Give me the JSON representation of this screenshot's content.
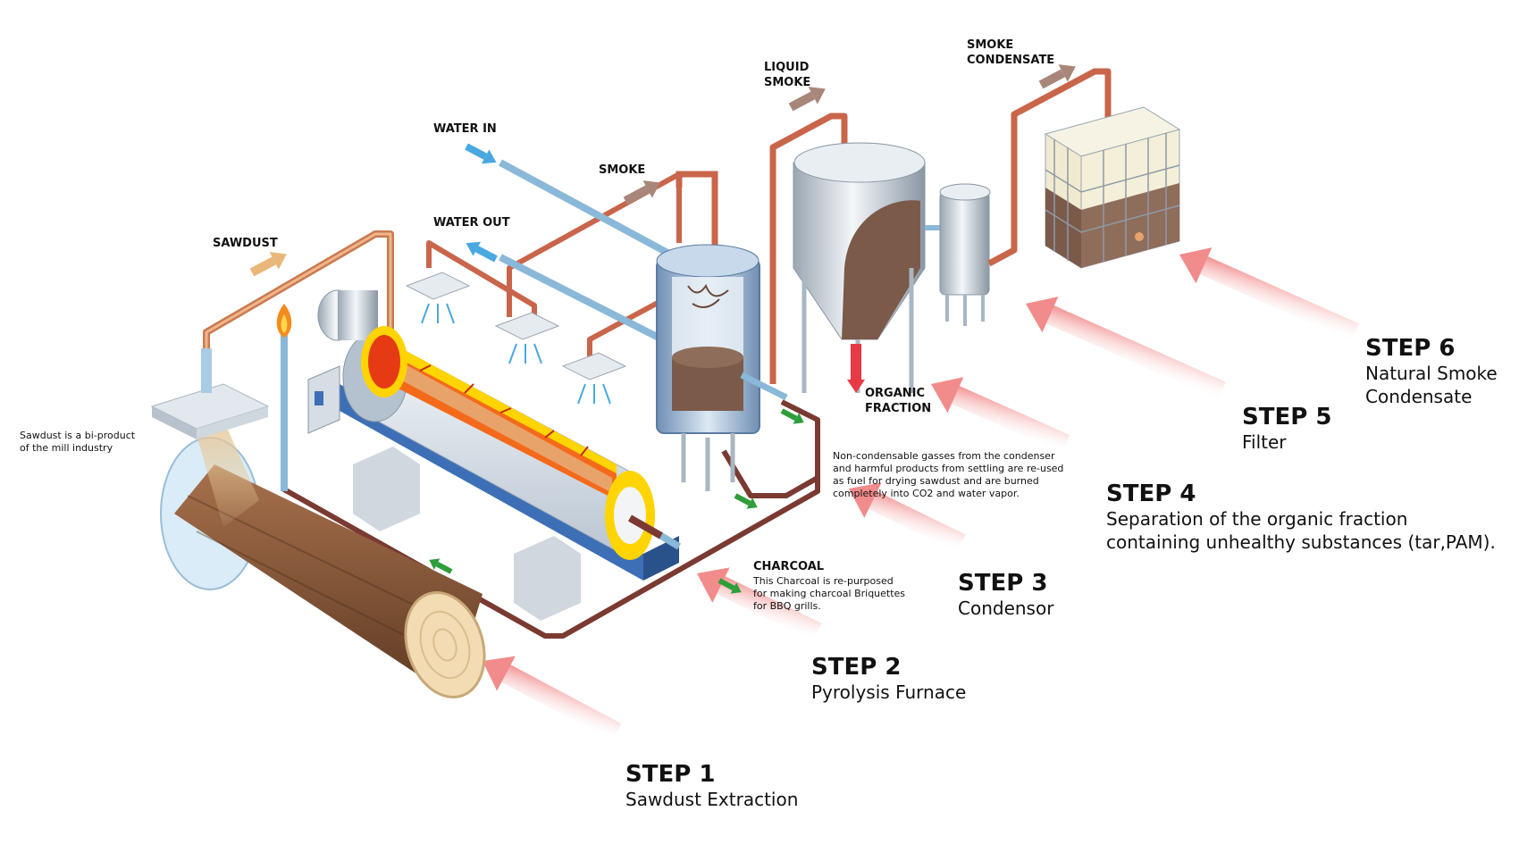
{
  "steps": [
    {
      "title": "STEP 1",
      "subtitle": "Sawdust Extraction"
    },
    {
      "title": "STEP 2",
      "subtitle": "Pyrolysis Furnace"
    },
    {
      "title": "STEP 3",
      "subtitle": "Condensor"
    },
    {
      "title": "STEP 4",
      "subtitle_line1": "Separation of the organic fraction",
      "subtitle_line2": "containing unhealthy substances (tar,PAM)."
    },
    {
      "title": "STEP 5",
      "subtitle": "Filter"
    },
    {
      "title": "STEP 6",
      "subtitle_line1": "Natural Smoke",
      "subtitle_line2": "Condensate"
    }
  ],
  "flows": {
    "sawdust": "SAWDUST",
    "water_in": "WATER IN",
    "water_out": "WATER OUT",
    "smoke": "SMOKE",
    "liquid_smoke_1": "LIQUID",
    "liquid_smoke_2": "SMOKE",
    "smoke_condensate_1": "SMOKE",
    "smoke_condensate_2": "CONDENSATE",
    "organic_fraction_1": "ORGANIC",
    "organic_fraction_2": "FRACTION",
    "charcoal": "CHARCOAL"
  },
  "notes": {
    "sawdust_1": "Sawdust is a bi-product",
    "sawdust_2": "of the mill industry",
    "charcoal_1": "This Charcoal is re-purposed",
    "charcoal_2": "for making charcoal Briquettes",
    "charcoal_3": "for BBQ grills.",
    "gas_1": "Non-condensable gasses from the condenser",
    "gas_2": "and harmful products from settling are re-used",
    "gas_3": "as fuel for drying sawdust and are burned",
    "gas_4": "completely into CO2 and water vapor."
  },
  "colors": {
    "step_arrow": "#f28b8b",
    "water_arrow": "#4aa8e0",
    "sawdust_arrow": "#e8b779",
    "smoke_arrow": "#a8877a",
    "flow_green": "#2e9e3a",
    "pipe_hot": "#c9654a",
    "pipe_cold": "#8ab8d8",
    "pipe_dark": "#7a3a32",
    "furnace_body": "#dfe6ee",
    "furnace_base": "#3c6fb6",
    "fire": "#f06a1a",
    "log": "#8a5a3c",
    "liquid": "#7b5a4a"
  }
}
